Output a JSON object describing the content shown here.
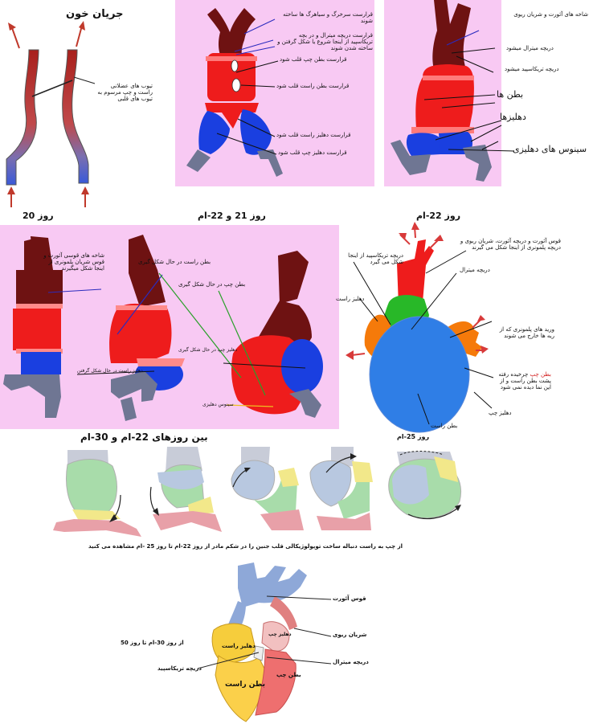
{
  "titles": {
    "blood_flow": "جریان خون",
    "day20": "روز 20",
    "day21_22": "روز 21 و 22-ام",
    "day22": "روز 22-ام",
    "between_22_30": "بین روزهای 22-ام و 30-ام",
    "day25": "روز 25-ام",
    "day30_50": "از روز 30-ام تا روز 50",
    "caption": "از چپ به راست دنباله ساخت توپولوژیکالی قلب جنین را در شکم مادر از روز 22-ام تا روز 25 -ام مشاهده می کنید"
  },
  "panel1": {
    "tubes": "تیوب های عضلانی راست و چپ مرسوم به تیوب های قلبی"
  },
  "panel2": {
    "l1": "قرارست سرخرگ و سیاهرگ ها ساخته شوند",
    "l2": "قرارست دریچه میترال و در بچه تریکاسپید از اینجا شروع یا شکل گرفتن و ساخته شدن شوند",
    "l3": "قرارست بطن چپ قلب شود",
    "l4": "قرارست بطن راست قلب شود",
    "l5": "قرارست دهلیز راست قلب شود",
    "l6": "قرارست دهلیز چپ قلب شود"
  },
  "panel3": {
    "l1": "شاخه های آئورت و شریان ریوی",
    "l2": "دریچه میترال میشود",
    "l3": "دریچه تریکاسپید میشود",
    "l4": "بطن ها",
    "l5": "دهلیزها",
    "l6": "سینوس های دهلیزی"
  },
  "panel4": {
    "l1": "شاخه های قوسی آئورت و قوس شریان پلمونری از اینجا شکل میگیرند",
    "l2": "بطن راست در حال شکل گیری",
    "l3": "بطن چپ در حال شکل گیری",
    "l4": "دهلیز چپ در حال شکل گیری",
    "l5": "دهلیز راست در حال شکل گرفتن",
    "l6": "سینوس دهلیزی"
  },
  "panel5": {
    "l1": "قوس آئورت و دریچه آئورت، شریان ریوی و دریچه پلمونری از اینجا شکل می گیرند",
    "l2": "دریچه تریکاسپید از اینجا شکل می گیرد",
    "l3": "دریچه میترال",
    "l4": "دهلیز راست",
    "l5": "ورید های پلمونری که از ریه ها خارج می شوند",
    "l6a": "بطن چپ",
    "l6b": " چرخیده رفته پشت بطن راست و از این نما دیده نمی شود",
    "l7": "دهلیز چپ",
    "l8": "بطن راست"
  },
  "panel7": {
    "l1": "قوس آئورت",
    "l2": "شریان ریوی",
    "l3": "دریچه میترال",
    "l4": "دریچه تریکاسپید",
    "l5": "دهلیز راست",
    "l6": "دهلیز چپ",
    "l7": "بطن راست",
    "l8": "بطن چپ"
  },
  "colors": {
    "panel_bg": "#f8c9f3",
    "red": "#ee1c1c",
    "blue": "#1a3fe0",
    "dark_red": "#6e1212",
    "gray": "#6f7693",
    "green": "#28b828",
    "orange": "#f57a0a",
    "blue_light": "#2f7ee6"
  }
}
